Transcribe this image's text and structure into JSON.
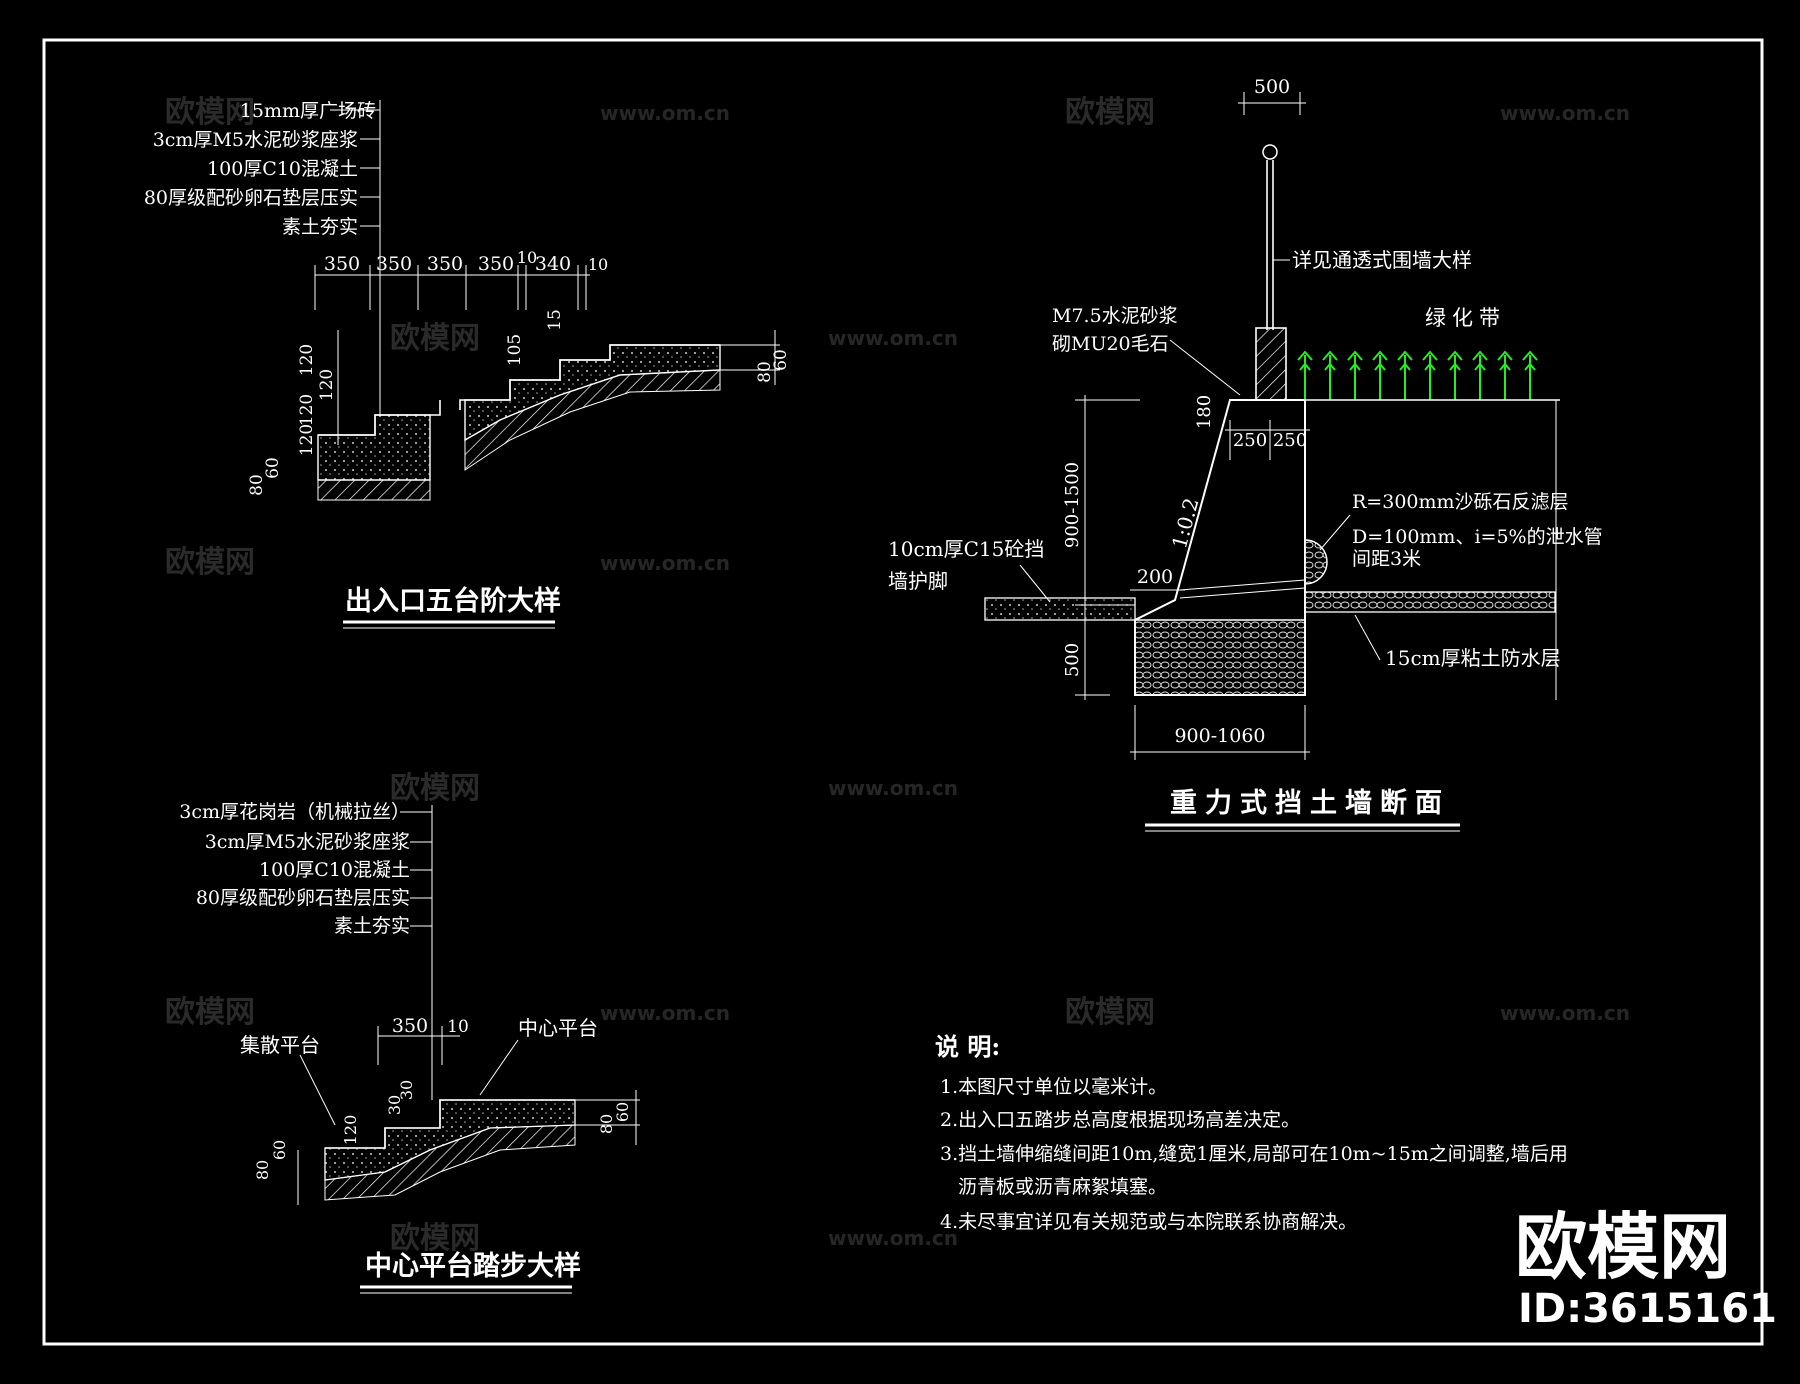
{
  "watermark": {
    "cn": "欧模网",
    "url": "www.om.cn"
  },
  "brand": {
    "name": "欧模网",
    "id": "ID:3615161"
  },
  "steps_detail": {
    "title": "出入口五台阶大样",
    "layers": [
      "15mm厚广场砖",
      "3cm厚M5水泥砂浆座浆",
      "100厚C10混凝土",
      "80厚级配砂卵石垫层压实",
      "素土夯实"
    ],
    "top_dims": [
      "350",
      "350",
      "350",
      "350",
      "10",
      "340",
      "10"
    ],
    "riser_dims": [
      "120",
      "120",
      "120",
      "120"
    ],
    "other_dims": [
      "15",
      "105",
      "60",
      "80",
      "60",
      "80"
    ]
  },
  "platform_detail": {
    "title": "中心平台踏步大样",
    "layers": [
      "3cm厚花岗岩（机械拉丝）",
      "3cm厚M5水泥砂浆座浆",
      "100厚C10混凝土",
      "80厚级配砂卵石垫层压实",
      "素土夯实"
    ],
    "dims": [
      "350",
      "10",
      "30",
      "30",
      "120",
      "60",
      "80",
      "60",
      "80"
    ],
    "label_left": "集散平台",
    "label_right": "中心平台"
  },
  "wall_section": {
    "title": "重力式挡土墙断面",
    "dims": [
      "500",
      "180",
      "250",
      "250",
      "900-1500",
      "200",
      "500",
      "900-1060"
    ],
    "slope": "1:0.2",
    "labels": {
      "fence": "详见通透式围墙大样",
      "green": "绿化带",
      "mortar1": "M7.5水泥砂浆",
      "mortar2": "砌MU20毛石",
      "filter": "R=300mm沙砾石反滤层",
      "drain1": "D=100mm、i=5%的泄水管",
      "drain2": "间距3米",
      "toe1": "10cm厚C15砼挡",
      "toe2": "墙护脚",
      "clay": "15cm厚粘土防水层"
    }
  },
  "notes": {
    "heading": "说   明:",
    "items": [
      "1.本图尺寸单位以毫米计。",
      "2.出入口五踏步总高度根据现场高差决定。",
      "3.挡土墙伸缩缝间距10m,缝宽1厘米,局部可在10m~15m之间调整,墙后用",
      "沥青板或沥青麻絮填塞。",
      "4.未尽事宜详见有关规范或与本院联系协商解决。"
    ]
  },
  "colors": {
    "background": "#000000",
    "lines": "#ffffff",
    "plants": "#22ee22"
  }
}
